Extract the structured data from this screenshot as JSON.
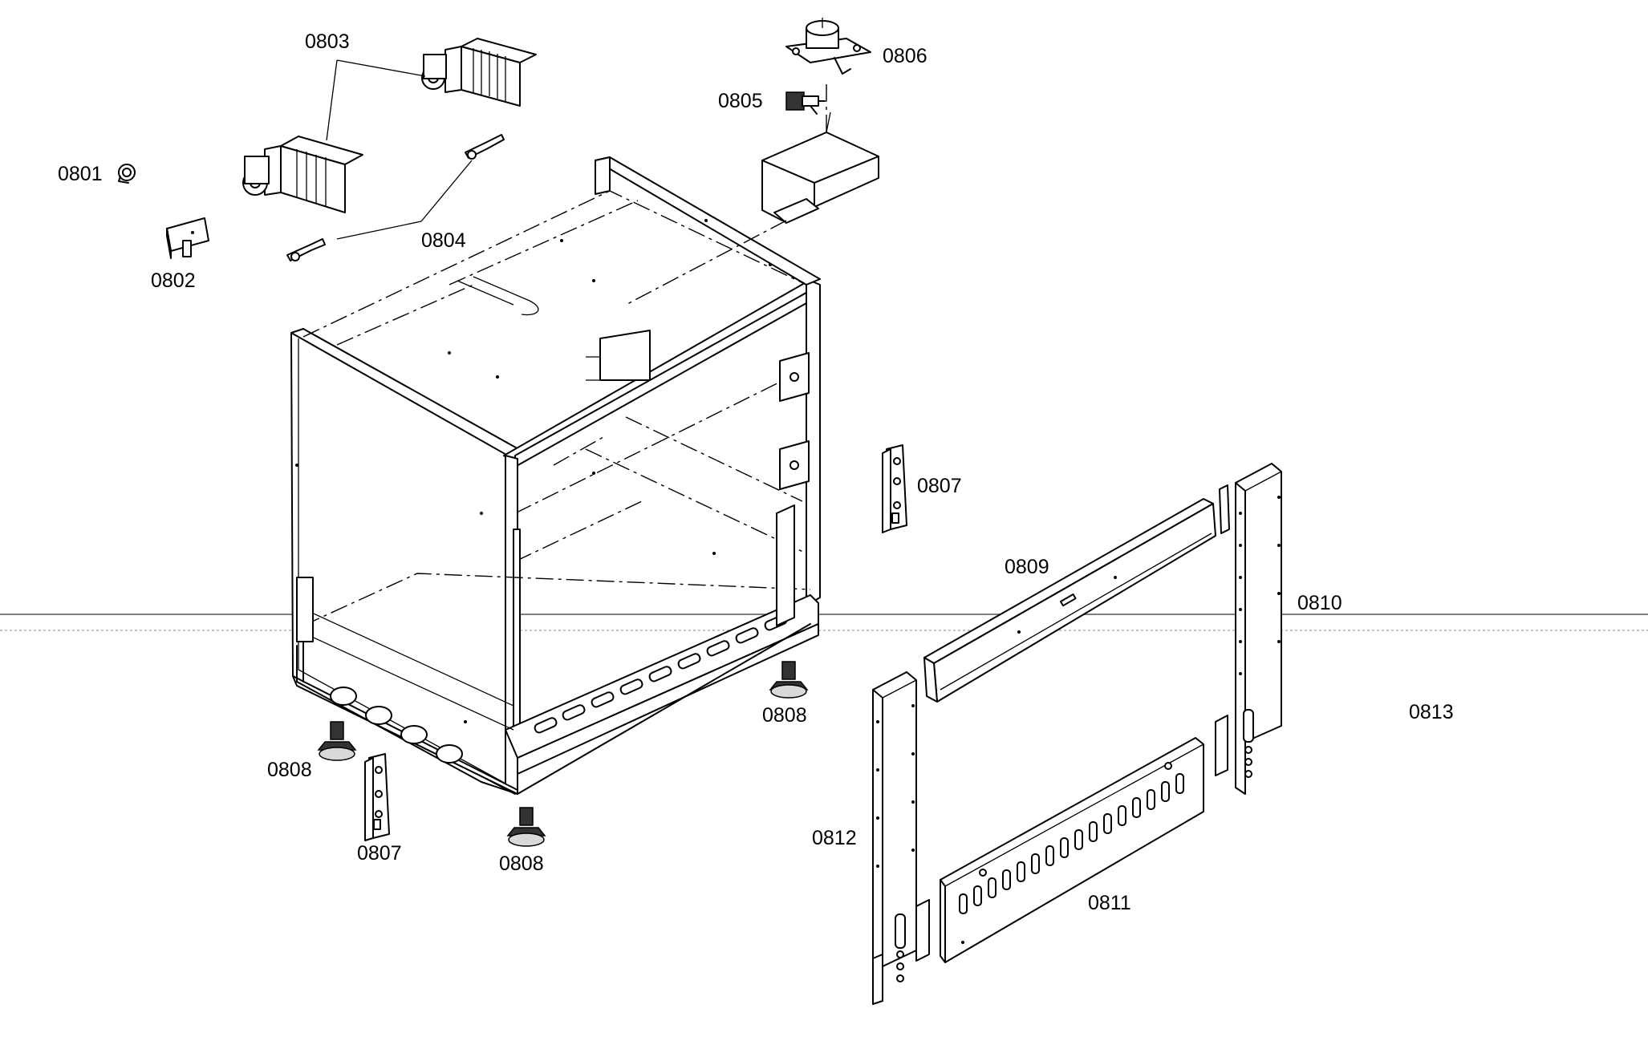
{
  "parts": [
    {
      "id": "0801",
      "text": "0801"
    },
    {
      "id": "0802",
      "text": "0802"
    },
    {
      "id": "0803",
      "text": "0803"
    },
    {
      "id": "0804",
      "text": "0804"
    },
    {
      "id": "0805",
      "text": "0805"
    },
    {
      "id": "0806",
      "text": "0806"
    },
    {
      "id": "0807a",
      "text": "0807"
    },
    {
      "id": "0807b",
      "text": "0807"
    },
    {
      "id": "0808a",
      "text": "0808"
    },
    {
      "id": "0808b",
      "text": "0808"
    },
    {
      "id": "0808c",
      "text": "0808"
    },
    {
      "id": "0809",
      "text": "0809"
    },
    {
      "id": "0810",
      "text": "0810"
    },
    {
      "id": "0811",
      "text": "0811"
    },
    {
      "id": "0812",
      "text": "0812"
    },
    {
      "id": "0813",
      "text": "0813"
    }
  ]
}
